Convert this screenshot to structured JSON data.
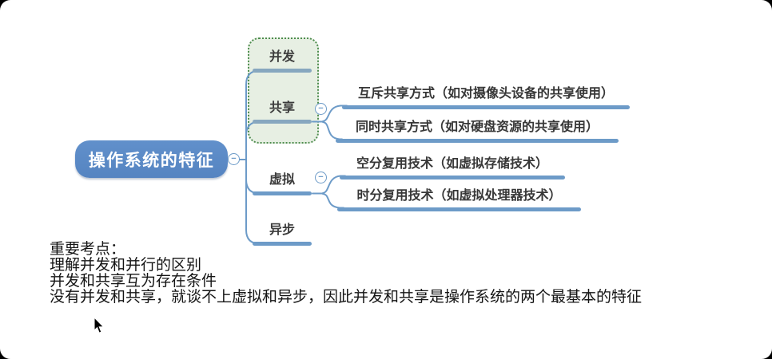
{
  "window": {
    "background": "#000000",
    "canvas_background": "#ffffff"
  },
  "mindmap": {
    "root": {
      "label": "操作系统的特征",
      "fill_color": "#5b89c6",
      "text_color": "#ffffff"
    },
    "branches": [
      {
        "label": "并发"
      },
      {
        "label": "共享",
        "children": [
          "互斥共享方式（如对摄像头设备的共享使用）",
          "同时共享方式（如对硬盘资源的共享使用）"
        ]
      },
      {
        "label": "虚拟",
        "children": [
          "空分复用技术（如虚拟存储技术）",
          "时分复用技术（如虚拟处理器技术）"
        ]
      },
      {
        "label": "异步"
      }
    ],
    "boundary": {
      "around": "并发 共享",
      "border_color": "#4e8d4e",
      "fill_color": "#e7efe3"
    },
    "line_color": "#6d9bc8",
    "collapse_icon": "−"
  },
  "notes": {
    "lines": [
      "重要考点：",
      "理解并发和并行的区别",
      "并发和共享互为存在条件",
      "没有并发和共享，就谈不上虚拟和异步，因此并发和共享是操作系统的两个最基本的特征"
    ]
  }
}
